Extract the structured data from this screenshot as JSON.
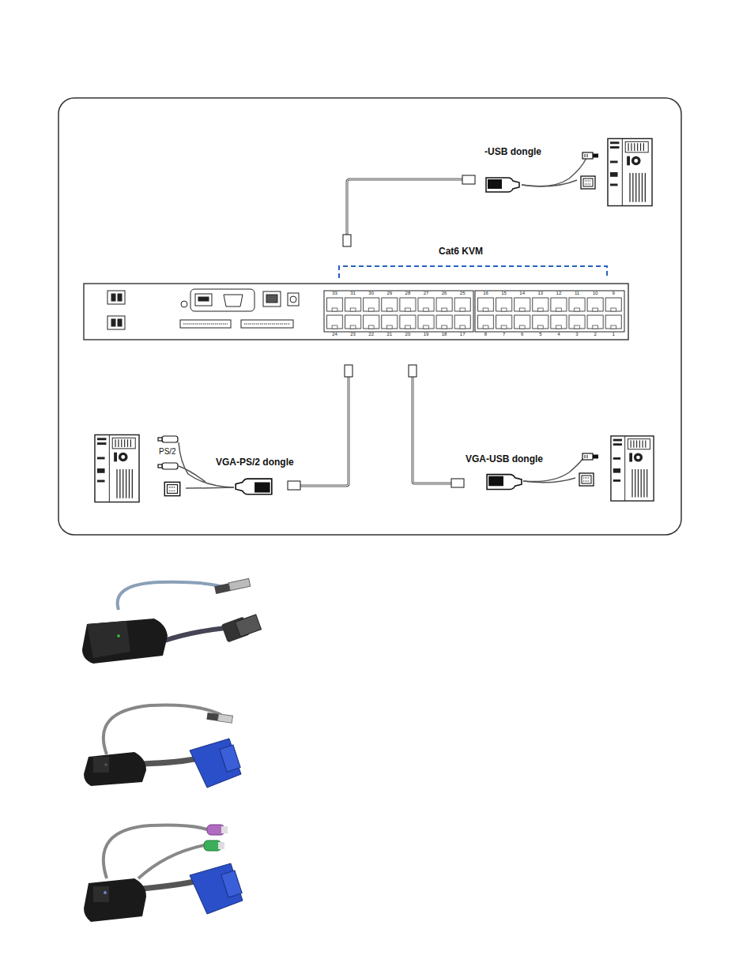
{
  "diagram": {
    "labels": [
      "-USB dongle",
      "Cat6 KVM",
      "33",
      "31",
      "30",
      "29",
      "28",
      "27",
      "26",
      "25",
      "16",
      "15",
      "14",
      "13",
      "12",
      "11",
      "10",
      "9",
      "24",
      "23",
      "22",
      "21",
      "20",
      "19",
      "18",
      "17",
      "8",
      "7",
      "6",
      "5",
      "4",
      "3",
      "2",
      "1",
      "PS/2",
      "VGA-PS/2 dongle",
      "VGA-USB dongle"
    ]
  }
}
